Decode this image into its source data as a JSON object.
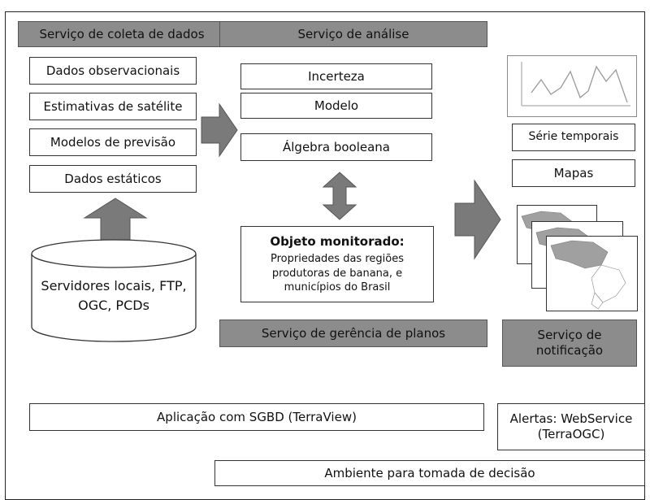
{
  "coleta": {
    "header": "Serviço de coleta de dados",
    "items": [
      "Dados observacionais",
      "Estimativas de satélite",
      "Modelos de previsão",
      "Dados estáticos"
    ],
    "servers_line1": "Servidores locais, FTP,",
    "servers_line2": "OGC, PCDs"
  },
  "analise": {
    "header": "Serviço de análise",
    "items": [
      "Incerteza",
      "Modelo",
      "Álgebra booleana"
    ]
  },
  "objeto": {
    "title": "Objeto monitorado:",
    "line1": "Propriedades das regiões",
    "line2": "produtoras de banana, e",
    "line3": "municípios do Brasil"
  },
  "gerencia": "Serviço de gerência de planos",
  "outputs": {
    "series": "Série temporais",
    "mapas": "Mapas"
  },
  "notificacao": {
    "line1": "Serviço de",
    "line2": "notificação"
  },
  "bottom": {
    "aplicacao": "Aplicação com SGBD (TerraView)",
    "alertas_line1": "Alertas: WebService",
    "alertas_line2": "(TerraOGC)",
    "ambiente": "Ambiente para tomada de decisão"
  },
  "colors": {
    "header_fill": "#8c8c8c",
    "arrow_fill": "#7a7a7a",
    "map_fill": "#a0a0a0"
  }
}
